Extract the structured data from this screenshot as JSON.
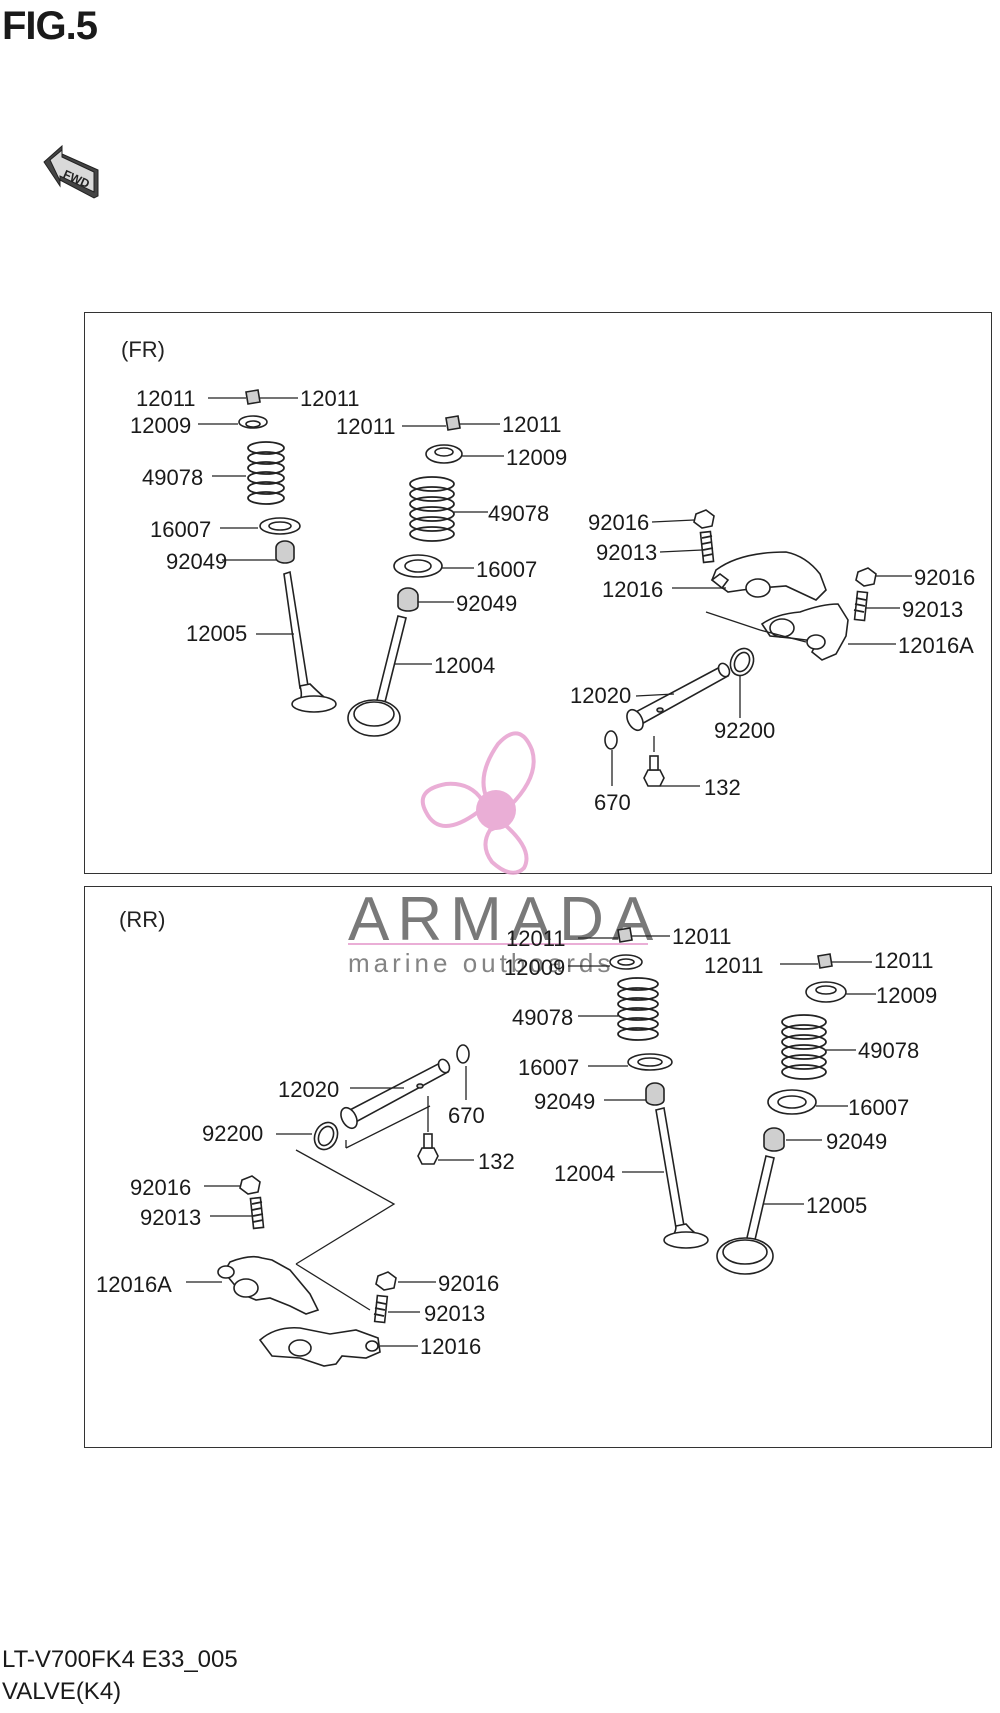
{
  "figure": {
    "title": "FIG.5",
    "fwd_badge": "FWD"
  },
  "panels": {
    "front": {
      "label": "(FR)",
      "callouts": [
        {
          "id": "fr-12011-a",
          "text": "12011"
        },
        {
          "id": "fr-12011-b",
          "text": "12011"
        },
        {
          "id": "fr-12009-a",
          "text": "12009"
        },
        {
          "id": "fr-49078-a",
          "text": "49078"
        },
        {
          "id": "fr-16007-a",
          "text": "16007"
        },
        {
          "id": "fr-92049-a",
          "text": "92049"
        },
        {
          "id": "fr-12005",
          "text": "12005"
        },
        {
          "id": "fr-12011-c",
          "text": "12011"
        },
        {
          "id": "fr-12011-d",
          "text": "12011"
        },
        {
          "id": "fr-12009-b",
          "text": "12009"
        },
        {
          "id": "fr-49078-b",
          "text": "49078"
        },
        {
          "id": "fr-16007-b",
          "text": "16007"
        },
        {
          "id": "fr-92049-b",
          "text": "92049"
        },
        {
          "id": "fr-12004",
          "text": "12004"
        },
        {
          "id": "fr-92016-a",
          "text": "92016"
        },
        {
          "id": "fr-92013-a",
          "text": "92013"
        },
        {
          "id": "fr-12016",
          "text": "12016"
        },
        {
          "id": "fr-92016-b",
          "text": "92016"
        },
        {
          "id": "fr-92013-b",
          "text": "92013"
        },
        {
          "id": "fr-12016A",
          "text": "12016A"
        },
        {
          "id": "fr-12020",
          "text": "12020"
        },
        {
          "id": "fr-92200",
          "text": "92200"
        },
        {
          "id": "fr-670",
          "text": "670"
        },
        {
          "id": "fr-132",
          "text": "132"
        }
      ]
    },
    "rear": {
      "label": "(RR)",
      "callouts": [
        {
          "id": "rr-12011-a",
          "text": "12011"
        },
        {
          "id": "rr-12011-b",
          "text": "12011"
        },
        {
          "id": "rr-12009-a",
          "text": "12009"
        },
        {
          "id": "rr-49078-a",
          "text": "49078"
        },
        {
          "id": "rr-16007-a",
          "text": "16007"
        },
        {
          "id": "rr-92049-a",
          "text": "92049"
        },
        {
          "id": "rr-12004",
          "text": "12004"
        },
        {
          "id": "rr-12011-c",
          "text": "12011"
        },
        {
          "id": "rr-12011-d",
          "text": "12011"
        },
        {
          "id": "rr-12009-b",
          "text": "12009"
        },
        {
          "id": "rr-49078-b",
          "text": "49078"
        },
        {
          "id": "rr-16007-b",
          "text": "16007"
        },
        {
          "id": "rr-92049-b",
          "text": "92049"
        },
        {
          "id": "rr-12005",
          "text": "12005"
        },
        {
          "id": "rr-12020",
          "text": "12020"
        },
        {
          "id": "rr-670",
          "text": "670"
        },
        {
          "id": "rr-92200",
          "text": "92200"
        },
        {
          "id": "rr-132",
          "text": "132"
        },
        {
          "id": "rr-92016-a",
          "text": "92016"
        },
        {
          "id": "rr-92013-a",
          "text": "92013"
        },
        {
          "id": "rr-12016A",
          "text": "12016A"
        },
        {
          "id": "rr-92016-b",
          "text": "92016"
        },
        {
          "id": "rr-92013-b",
          "text": "92013"
        },
        {
          "id": "rr-12016",
          "text": "12016"
        }
      ]
    }
  },
  "watermark": {
    "brand": "ARMADA",
    "tagline": "marine outboards",
    "accent_color": "#e8a6d2"
  },
  "footer": {
    "code": "LT-V700FK4 E33_005",
    "caption": "VALVE(K4)"
  }
}
